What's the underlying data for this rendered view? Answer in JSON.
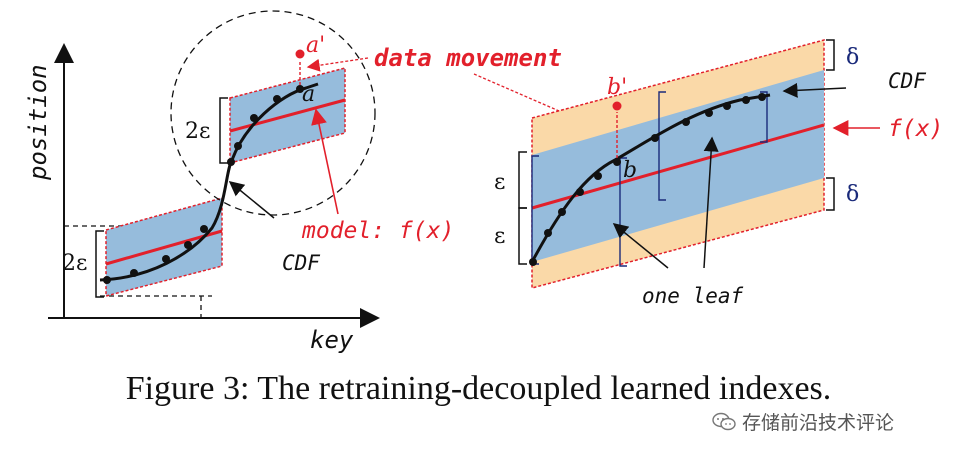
{
  "left_diagram": {
    "y_axis_label": "position",
    "x_axis_label": "key",
    "epsilon_label_top": "2ε",
    "epsilon_label_bottom": "2ε",
    "point_a": "a",
    "point_a_moved": "a'",
    "data_movement": "data movement",
    "model_label": "model: f(x)",
    "cdf_label": "CDF"
  },
  "right_diagram": {
    "delta_top": "δ",
    "delta_mid": "δ",
    "cdf_label": "CDF",
    "fx_label": "f(x)",
    "epsilon_upper": "ε",
    "epsilon_lower": "ε",
    "point_b": "b",
    "point_b_moved": "b'",
    "leaf_label": "one leaf"
  },
  "caption": "Figure 3: The retraining-decoupled learned indexes.",
  "watermark": "存储前沿技术评论",
  "colors": {
    "blue_fill": "#96bcdc",
    "orange_fill": "#fad9a8",
    "red": "#e2202b",
    "navy": "#1a2a7a"
  }
}
